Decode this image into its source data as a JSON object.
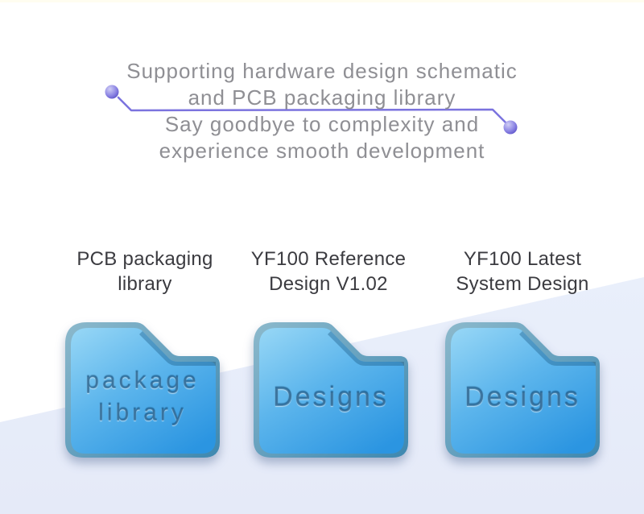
{
  "hero": {
    "line1": "Supporting hardware design schematic",
    "line2": "and PCB packaging library",
    "line3": "Say goodbye to complexity and",
    "line4": "experience smooth development"
  },
  "folders": [
    {
      "title_line1": "PCB packaging",
      "title_line2": "library",
      "lines": [
        "package",
        "library"
      ]
    },
    {
      "title_line1": "YF100 Reference",
      "title_line2": "Design V1.02",
      "lines": [
        "Designs"
      ]
    },
    {
      "title_line1": "YF100 Latest",
      "title_line2": "System Design",
      "lines": [
        "Designs"
      ]
    }
  ],
  "colors": {
    "accent_purple_line": "#7B73DE",
    "sphere_light": "#CFCDF5",
    "sphere_dark": "#6C63D6",
    "folder_front_top": "#92D4F5",
    "folder_front_bottom": "#2B95E1",
    "folder_edge_light": "#8CB9CC",
    "folder_edge_dark": "#3E88B0",
    "background_band": "#E6EBF9",
    "top_strip": "#FFFDF0",
    "heading_gray": "#8F8F94",
    "label_dark": "#3B3B40"
  }
}
